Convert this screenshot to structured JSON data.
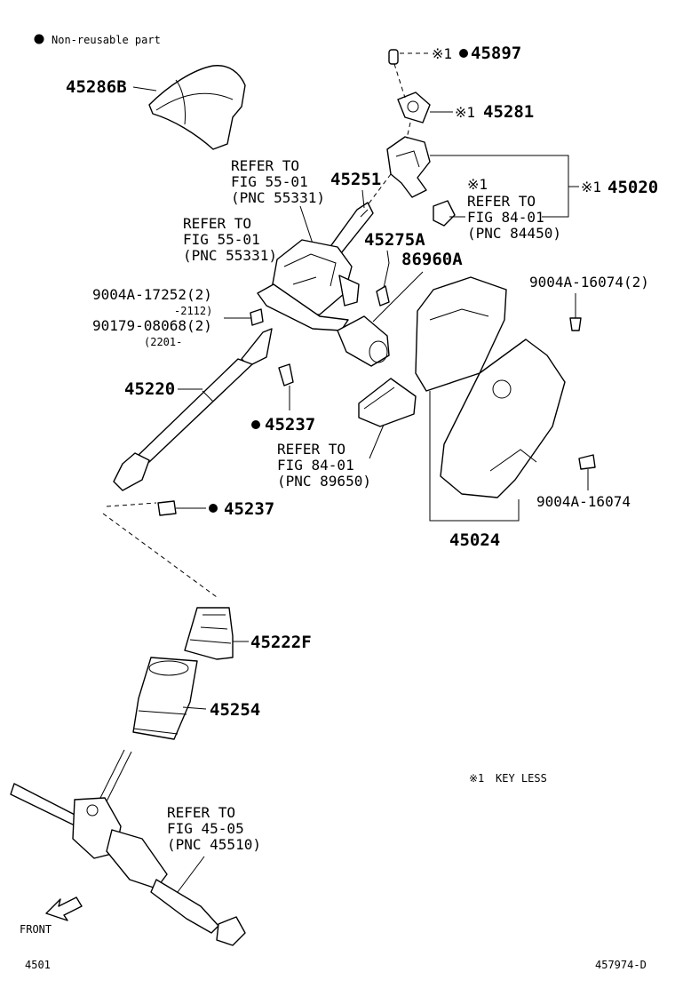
{
  "legend": {
    "marker": "●",
    "text": "Non-reusable part",
    "keyless_mark": "※1",
    "keyless_text": "KEY LESS"
  },
  "parts": {
    "p45897": "45897",
    "p45281": "45281",
    "p45286B": "45286B",
    "p45020": "45020",
    "p45251": "45251",
    "p45275A": "45275A",
    "p86960A": "86960A",
    "p9004A_17252": "9004A-17252(2)",
    "p9004A_17252_note": "-2112)",
    "p90179_08068": "90179-08068(2)",
    "p90179_08068_note": "(2201-",
    "p9004A_16074_2": "9004A-16074(2)",
    "p9004A_16074": "9004A-16074",
    "p45220": "45220",
    "p45237_a": "45237",
    "p45237_b": "45237",
    "p45024": "45024",
    "p45222F": "45222F",
    "p45254": "45254",
    "keyless_mark_1": "※1",
    "keyless_mark_2": "※1",
    "keyless_mark_3": "※1",
    "keyless_mark_4": "※1"
  },
  "refs": {
    "ref_a": [
      "REFER TO",
      "FIG 55-01",
      "(PNC 55331)"
    ],
    "ref_b": [
      "REFER TO",
      "FIG 55-01",
      "(PNC 55331)"
    ],
    "ref_c": [
      "REFER TO",
      "FIG 84-01",
      "(PNC 84450)"
    ],
    "ref_d": [
      "REFER TO",
      "FIG 84-01",
      "(PNC 89650)"
    ],
    "ref_e": [
      "REFER TO",
      "FIG 45-05",
      "(PNC 45510)"
    ]
  },
  "footer": {
    "front": "FRONT",
    "page_code": "4501",
    "figure_code": "457974-D"
  }
}
